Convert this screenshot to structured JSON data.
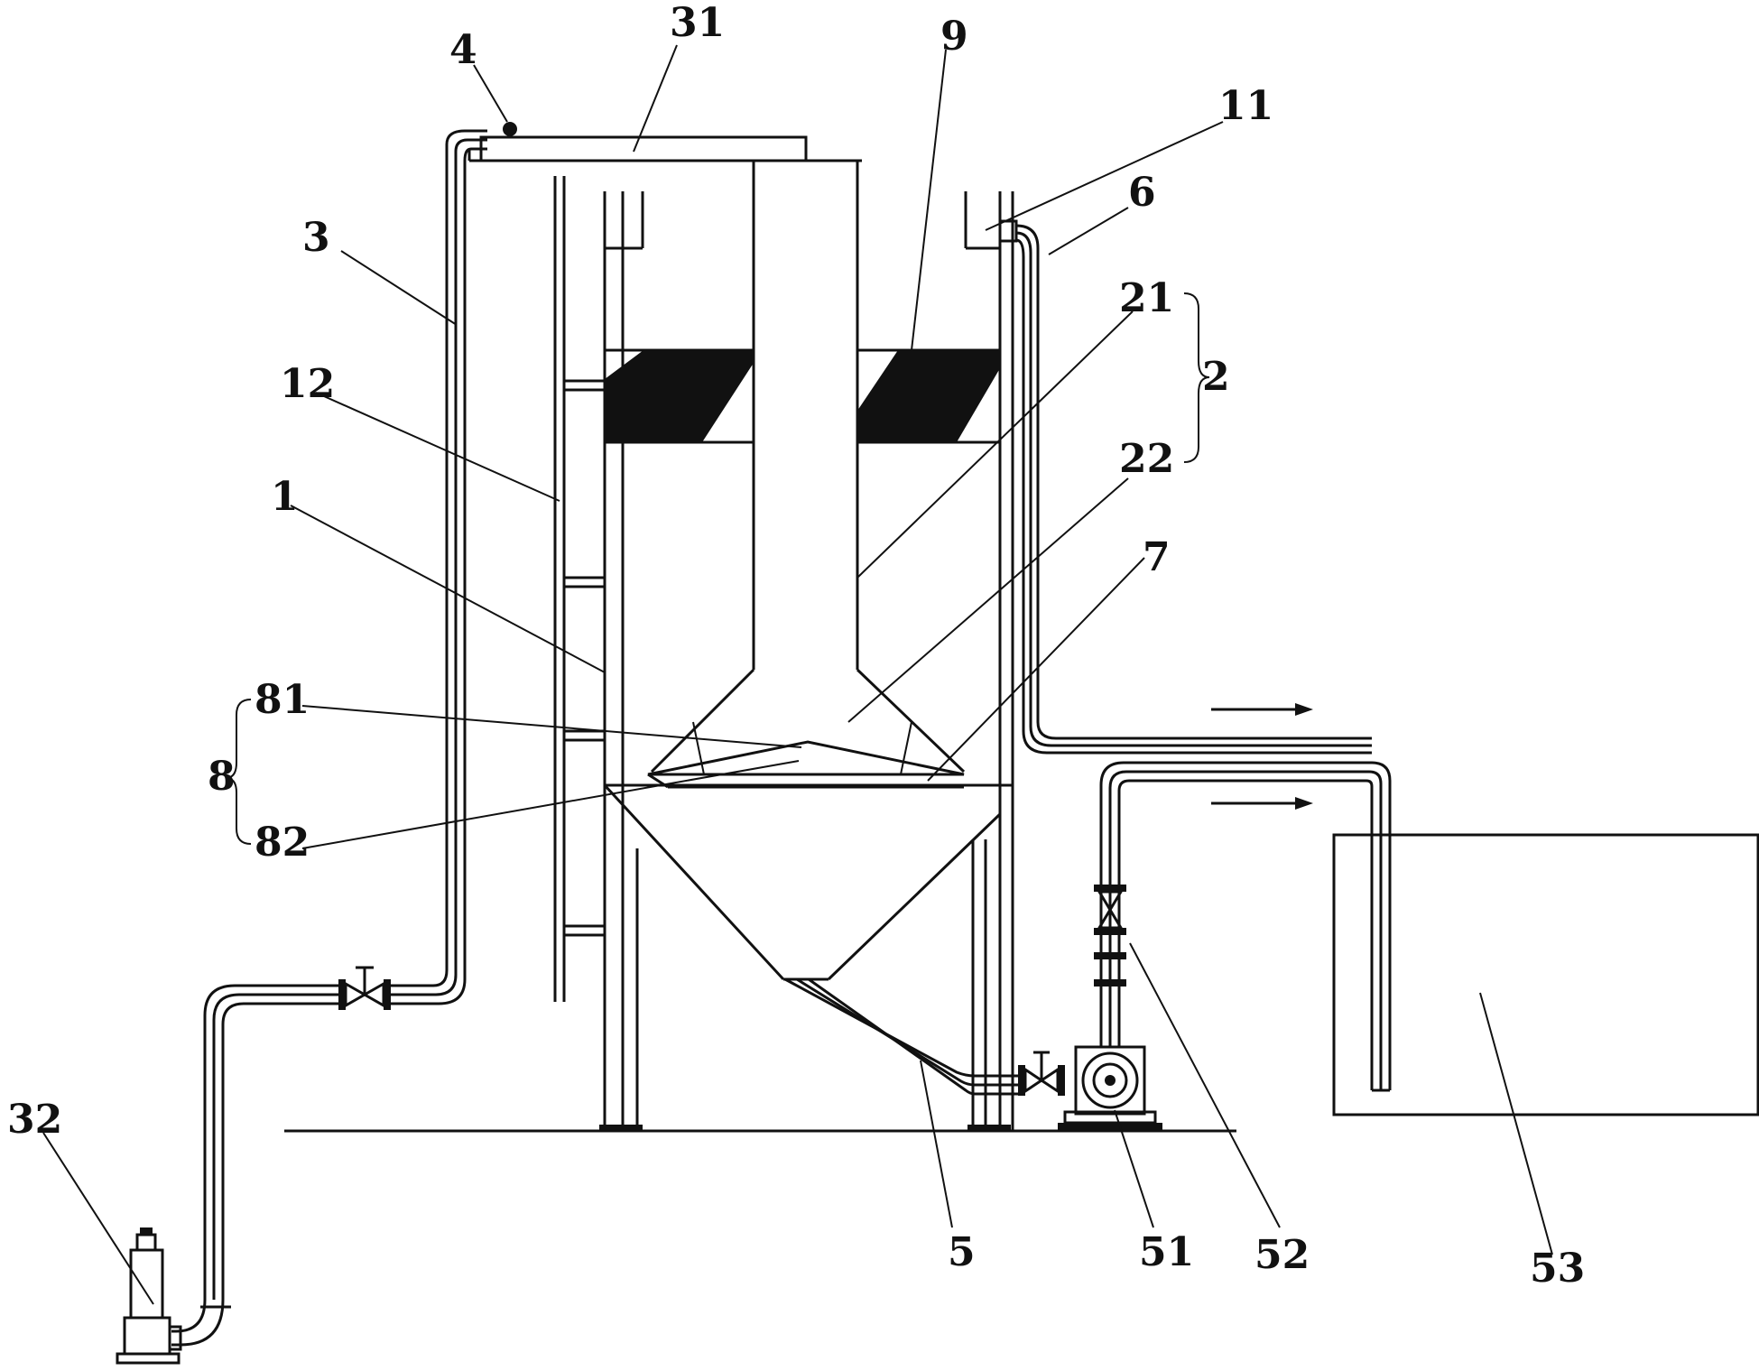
{
  "colors": {
    "line": "#111111",
    "background": "#ffffff",
    "fill": "#111111"
  },
  "labels": {
    "l4": "4",
    "l31": "31",
    "l9": "9",
    "l11": "11",
    "l6": "6",
    "l3": "3",
    "l21": "21",
    "l2": "2",
    "l12": "12",
    "l22": "22",
    "l1": "1",
    "l7": "7",
    "l81": "81",
    "l8": "8",
    "l82": "82",
    "l32": "32",
    "l5": "5",
    "l51": "51",
    "l52": "52",
    "l53": "53"
  },
  "icons": {
    "flow_arrow": "arrow-right-icon",
    "valve": "valve-icon",
    "pump": "pump-icon",
    "submersible_pump": "submersible-pump-icon"
  }
}
